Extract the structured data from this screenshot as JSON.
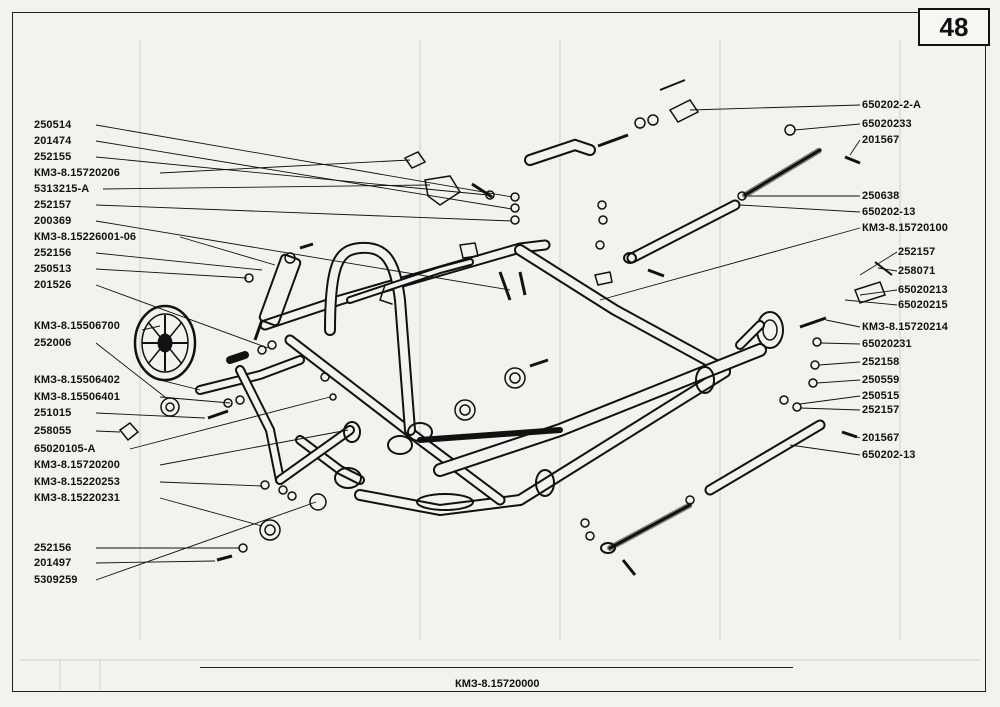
{
  "page": {
    "number": "48",
    "assembly_code": "КМЗ-8.15720000"
  },
  "labels_left": [
    "250514",
    "201474",
    "252155",
    "КМЗ-8.15720206",
    "5313215-А",
    "252157",
    "200369",
    "КМЗ-8.15226001-06",
    "252156",
    "250513",
    "201526",
    "КМЗ-8.15506700",
    "252006",
    "КМЗ-8.15506402",
    "КМЗ-8.15506401",
    "251015",
    "258055",
    "65020105-А",
    "КМЗ-8.15720200",
    "КМЗ-8.15220253",
    "КМЗ-8.15220231",
    "252156",
    "201497",
    "5309259"
  ],
  "labels_right": [
    "650202-2-А",
    "65020233",
    "201567",
    "250638",
    "650202-13",
    "КМЗ-8.15720100",
    "252157",
    "258071",
    "65020213",
    "65020215",
    "КМЗ-8.15720214",
    "65020231",
    "252158",
    "250559",
    "250515",
    "252157",
    "201567",
    "650202-13"
  ]
}
